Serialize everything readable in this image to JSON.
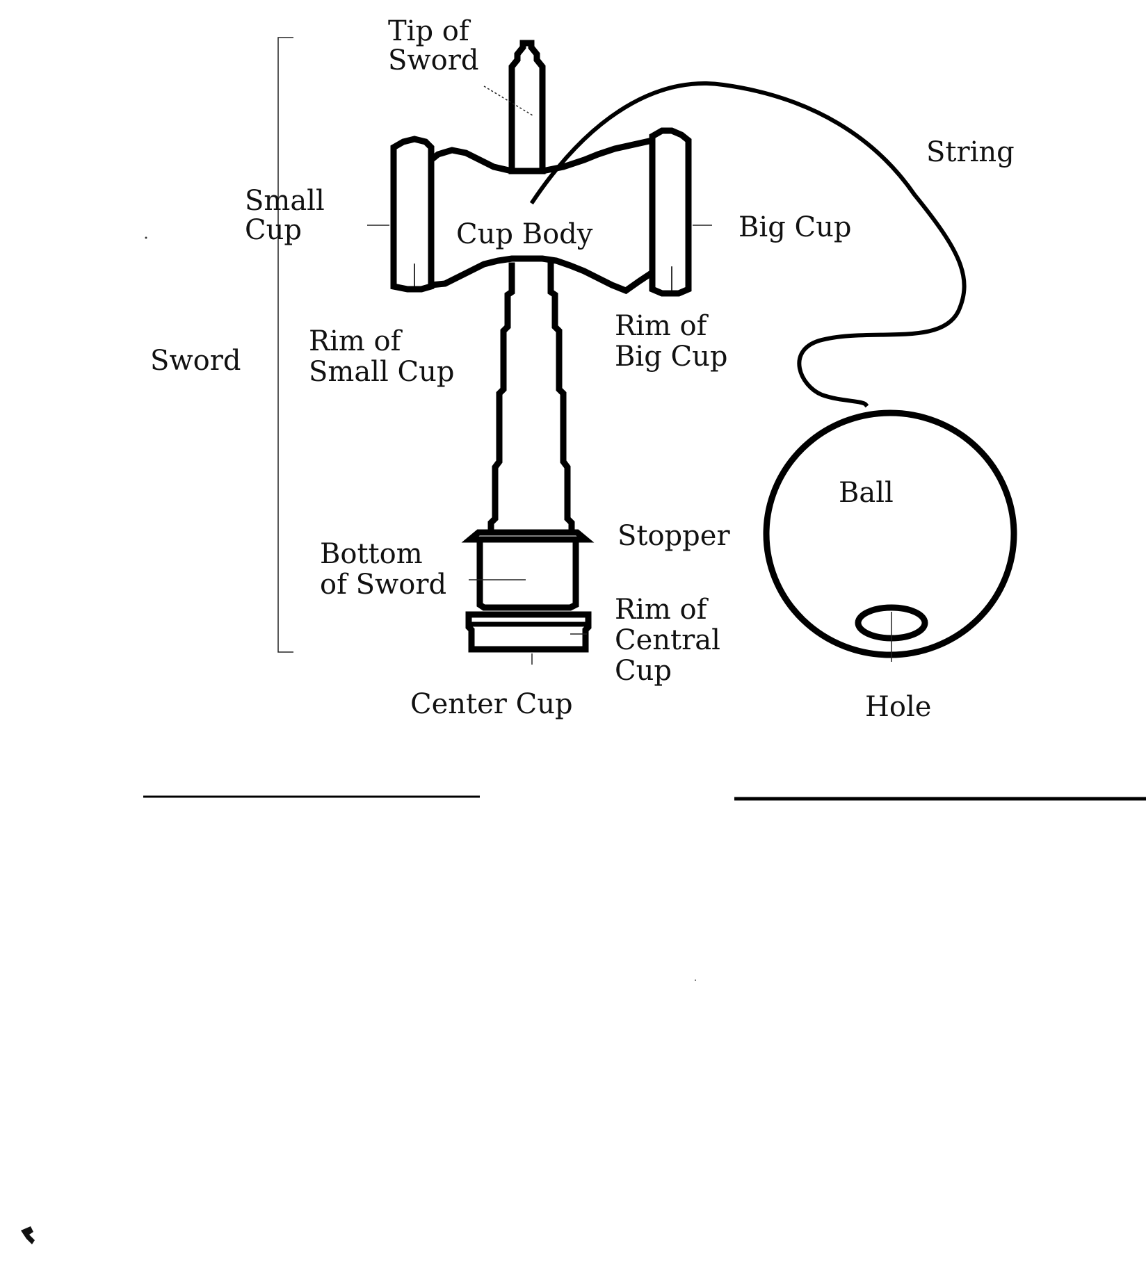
{
  "labels": {
    "tip_of_sword_1": "Tip of",
    "tip_of_sword_2": "Sword",
    "string": "String",
    "small_cup_1": "Small",
    "small_cup_2": "Cup",
    "cup_body": "Cup Body",
    "big_cup": "Big Cup",
    "rim_small_cup_1": "Rim of",
    "rim_small_cup_2": "Small Cup",
    "rim_big_cup_1": "Rim of",
    "rim_big_cup_2": "Big Cup",
    "sword": "Sword",
    "ball": "Ball",
    "stopper": "Stopper",
    "bottom_of_sword_1": "Bottom",
    "bottom_of_sword_2": "of Sword",
    "rim_central_cup_1": "Rim of",
    "rim_central_cup_2": "Central",
    "rim_central_cup_3": "Cup",
    "center_cup": "Center Cup",
    "hole": "Hole"
  },
  "colors": {
    "ink": "#000000",
    "background": "#ffffff"
  }
}
